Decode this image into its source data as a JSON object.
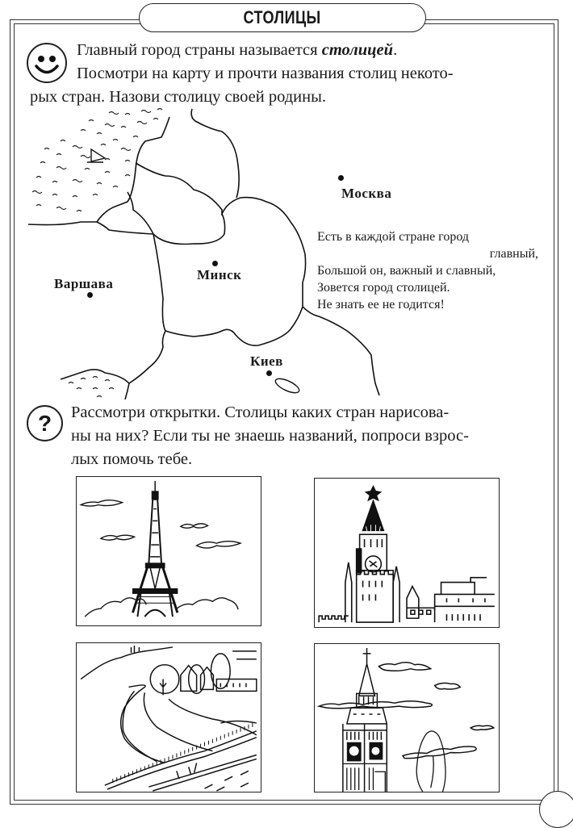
{
  "header": {
    "title": "СТОЛИЦЫ"
  },
  "intro": {
    "icon": "smiley-face-icon",
    "line1_prefix": "Главный город страны называется ",
    "line1_emphasis": "столицей",
    "line1_suffix": ".",
    "line2": "Посмотри на карту и прочти названия столиц некото-",
    "line3": "рых стран. Назови столицу своей родины."
  },
  "map": {
    "cities": [
      {
        "name": "Москва"
      },
      {
        "name": "Минск"
      },
      {
        "name": "Варшава"
      },
      {
        "name": "Киев"
      }
    ]
  },
  "poem": {
    "lines": [
      "Есть в каждой стране город",
      "главный,",
      "Большой он, важный и славный,",
      "Зовется город столицей.",
      "Не знать ее не годится!"
    ]
  },
  "question": {
    "icon": "question-mark-icon",
    "glyph": "?",
    "line1": "Рассмотри открытки. Столицы каких стран нарисова-",
    "line2": "ны на них? Если ты не знаешь названий, попроси взрос-",
    "line3": "лых помочь тебе."
  },
  "postcards": [
    {
      "subject": "eiffel-tower"
    },
    {
      "subject": "kremlin-spasskaya-tower"
    },
    {
      "subject": "river-embankment-town"
    },
    {
      "subject": "big-ben"
    }
  ]
}
